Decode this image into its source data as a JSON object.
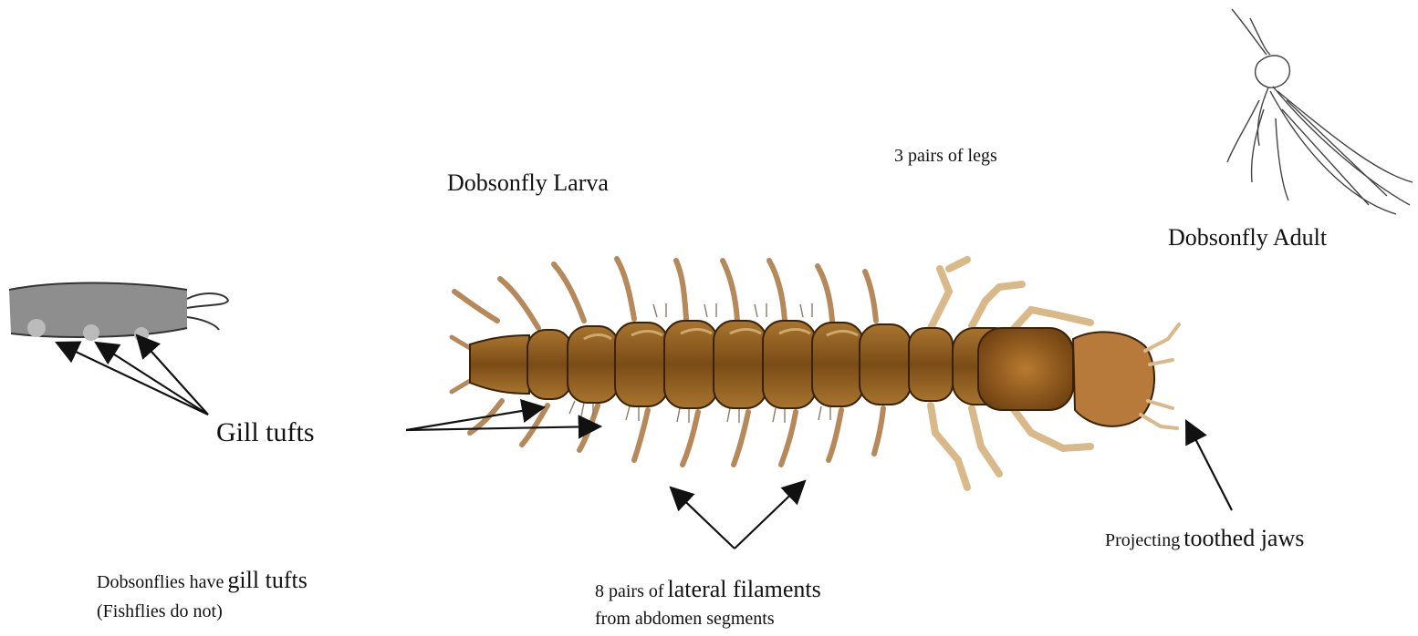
{
  "labels": {
    "larva_title": "Dobsonfly Larva",
    "adult_title": "Dobsonfly Adult",
    "legs_note": "3 pairs of legs",
    "gill_tufts": "Gill tufts",
    "jaws_prefix": "Projecting",
    "jaws_emph": "toothed jaws",
    "dobson_prefix": "Dobsonflies have",
    "dobson_emph": "gill tufts",
    "fishflies_note": "(Fishflies do not)",
    "filaments_prefix": "8 pairs of",
    "filaments_emph": "lateral filaments",
    "filaments_sub": "from abdomen segments"
  },
  "illustrations": {
    "larva": "dobsonfly-larva-drawing",
    "adult": "dobsonfly-adult-sketch",
    "gill_closeup": "gill-tuft-closeup-sketch"
  },
  "colors": {
    "larva_body": "#8a5a1c",
    "larva_dark": "#4a2e0c",
    "larva_legs": "#d9b98a",
    "ink": "#111111"
  }
}
